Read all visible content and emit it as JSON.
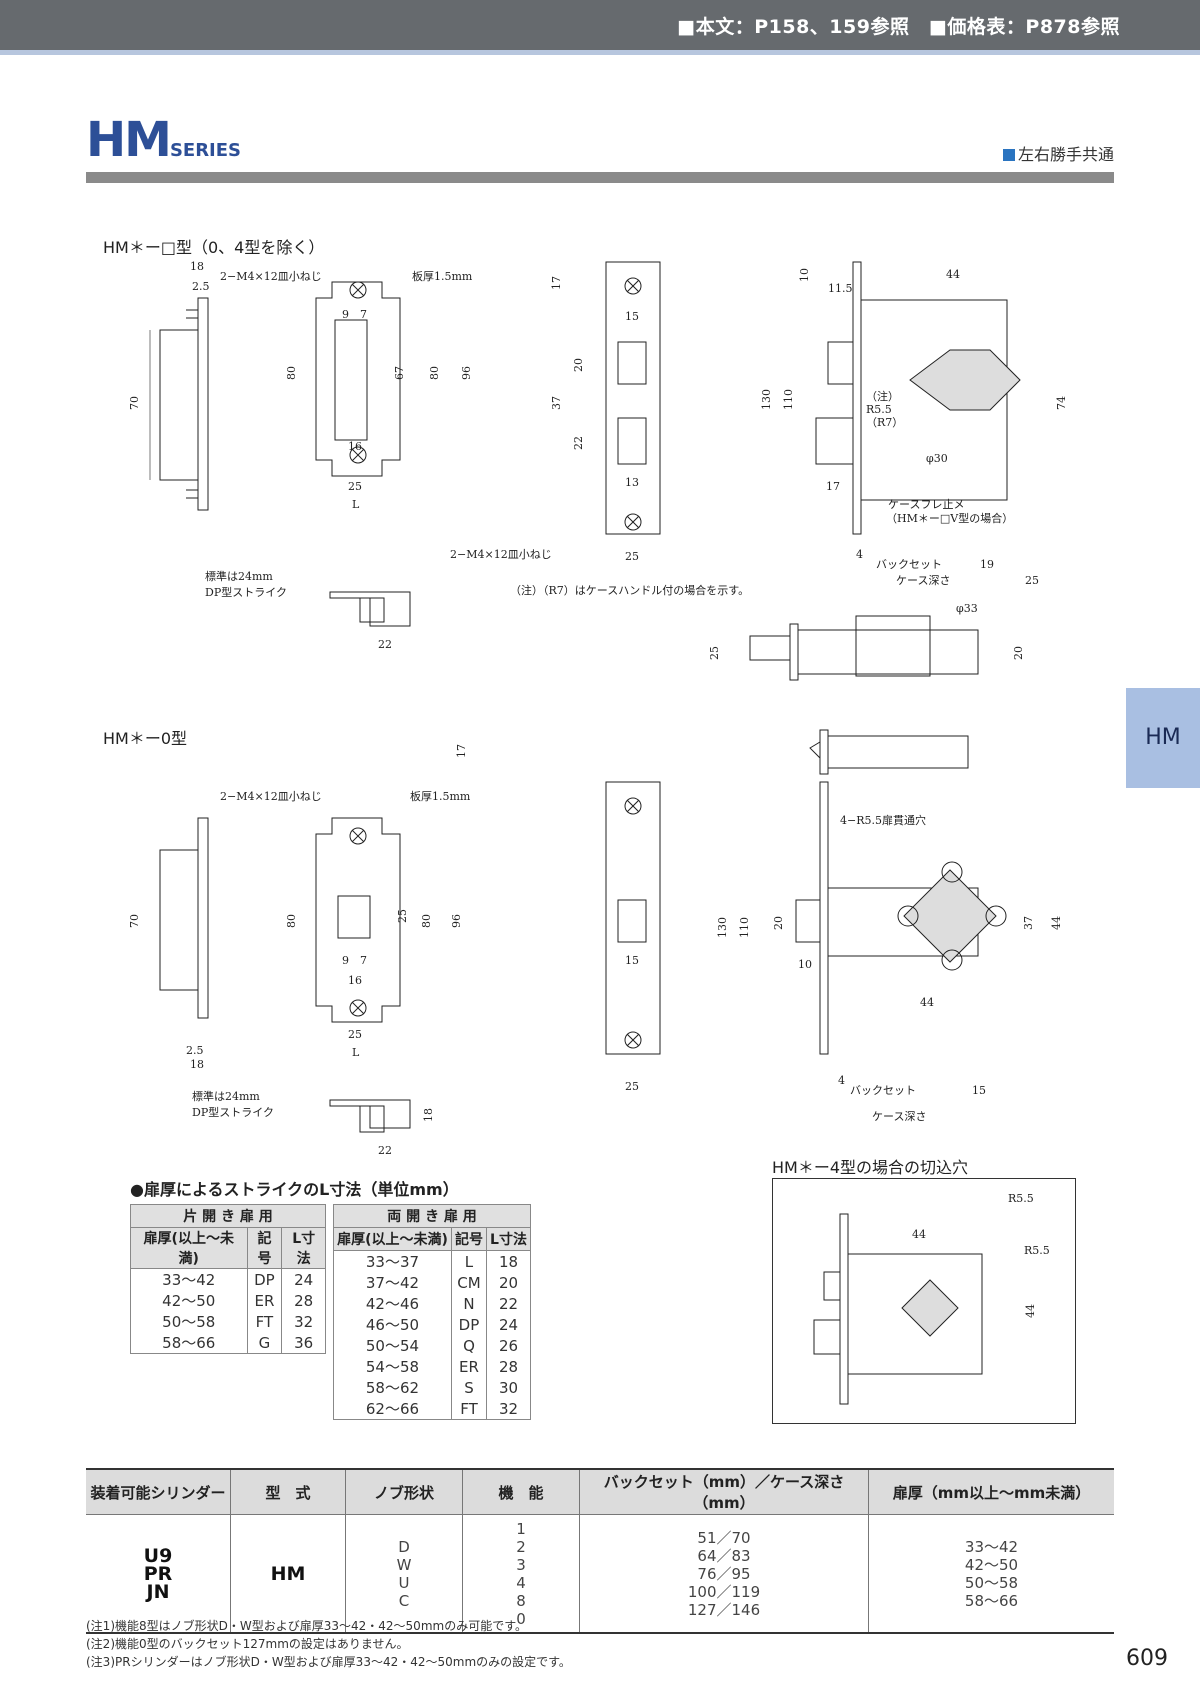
{
  "header": {
    "refs": "■本文：P158、159参照　■価格表：P878参照"
  },
  "title": {
    "main": "HM",
    "sub": "SERIES",
    "note": "左右勝手共通"
  },
  "side_tab": "HM",
  "sections": {
    "s1": "HM＊ー□型（0、4型を除く）",
    "s2": "HM＊ー0型",
    "s3": "HM＊ー4型の場合の切込穴"
  },
  "drawing_text": {
    "screw": "2−M4×12皿小ねじ",
    "plate": "板厚1.5mm",
    "standard": "標準は24mm",
    "dp_strike": "DP型ストライク",
    "note_r7": "（注）（R7）はケースハンドル付の場合を示す。",
    "case_fr": "ケースフレ止メ",
    "case_fr2": "（HM＊ー□V型の場合）",
    "backset": "バックセット",
    "case_depth": "ケース深さ",
    "note_chu": "（注）",
    "r55": "R5.5",
    "r7": "（R7）",
    "phi30": "φ30",
    "phi33": "φ33",
    "r55_hole": "4−R5.5扉貫通穴",
    "l": "L",
    "d18": "18",
    "d25": "2.5",
    "d70": "70",
    "d80": "80",
    "d96": "96",
    "d67": "67",
    "d9": "9",
    "d7": "7",
    "d16": "16",
    "d17": "17",
    "d15": "15",
    "d20": "20",
    "d37": "37",
    "d22": "22",
    "d13": "13",
    "d25b": "25",
    "d10": "10",
    "d130": "130",
    "d110": "110",
    "d11_5": "11.5",
    "d44": "44",
    "d74": "74",
    "d19": "19",
    "d4": "4"
  },
  "strike_note": "●扉厚によるストライクのL寸法（単位mm）",
  "single_table": {
    "title": "片 開 き 扉 用",
    "headers": [
      "扉厚(以上〜未満)",
      "記号",
      "L寸法"
    ],
    "rows": [
      [
        "33〜42",
        "DP",
        "24"
      ],
      [
        "42〜50",
        "ER",
        "28"
      ],
      [
        "50〜58",
        "FT",
        "32"
      ],
      [
        "58〜66",
        "G",
        "36"
      ]
    ]
  },
  "double_table": {
    "title": "両 開 き 扉 用",
    "headers": [
      "扉厚(以上〜未満)",
      "記号",
      "L寸法"
    ],
    "rows": [
      [
        "33〜37",
        "L",
        "18"
      ],
      [
        "37〜42",
        "CM",
        "20"
      ],
      [
        "42〜46",
        "N",
        "22"
      ],
      [
        "46〜50",
        "DP",
        "24"
      ],
      [
        "50〜54",
        "Q",
        "26"
      ],
      [
        "54〜58",
        "ER",
        "28"
      ],
      [
        "58〜62",
        "S",
        "30"
      ],
      [
        "62〜66",
        "FT",
        "32"
      ]
    ]
  },
  "main_table": {
    "headers": [
      "装着可能シリンダー",
      "型　式",
      "ノブ形状",
      "機　能",
      "バックセット（mm）／ケース深さ（mm）",
      "扉厚（mm以上〜mm未満）"
    ],
    "cylinders": [
      "U9",
      "PR",
      "JN"
    ],
    "model": "HM",
    "knobs": [
      "D",
      "W",
      "U",
      "C"
    ],
    "functions": [
      "1",
      "2",
      "3",
      "4",
      "8",
      "0"
    ],
    "backsets": [
      "51／70",
      "64／83",
      "76／95",
      "100／119",
      "127／146"
    ],
    "thickness": [
      "33〜42",
      "42〜50",
      "50〜58",
      "58〜66"
    ]
  },
  "footnotes": [
    "(注1)機能8型はノブ形状D・W型および扉厚33〜42・42〜50mmのみ可能です。",
    "(注2)機能0型のバックセット127mmの設定はありません。",
    "(注3)PRシリンダーはノブ形状D・W型および扉厚33〜42・42〜50mmのみの設定です。"
  ],
  "page_number": "609"
}
